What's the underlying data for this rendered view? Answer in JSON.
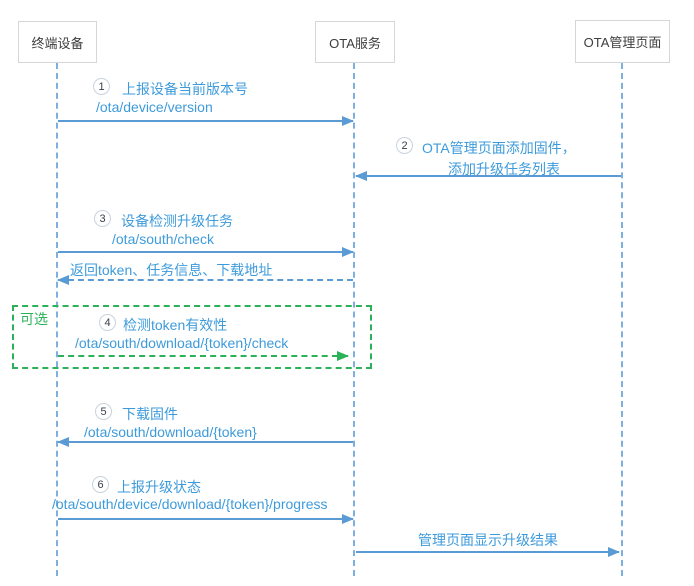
{
  "diagram": {
    "participants": [
      {
        "label": "终端设备"
      },
      {
        "label": "OTA服务"
      },
      {
        "label": "OTA管理页面"
      }
    ],
    "optional": {
      "label": "可选"
    },
    "messages": {
      "m1": {
        "num": "1",
        "label": "上报设备当前版本号",
        "path": "/ota/device/version"
      },
      "m2": {
        "num": "2",
        "label1": "OTA管理页面添加固件，",
        "label2": "添加升级任务列表"
      },
      "m3": {
        "num": "3",
        "label": "设备检测升级任务",
        "path": "/ota/south/check"
      },
      "m3r": {
        "label": "返回token、任务信息、下载地址"
      },
      "m4": {
        "num": "4",
        "label": "检测token有效性",
        "path": "/ota/south/download/{token}/check"
      },
      "m5": {
        "num": "5",
        "label": "下载固件",
        "path": "/ota/south/download/{token}"
      },
      "m6": {
        "num": "6",
        "label": "上报升级状态",
        "path": "/ota/south/device/download/{token}/progress"
      },
      "m7": {
        "label": "管理页面显示升级结果"
      }
    },
    "colors": {
      "message_text_blue": "#3E9BDB",
      "arrow_blue": "#5B9BD5",
      "lifeline_blue": "#7FAFDF",
      "optional_green": "#2BB258"
    }
  }
}
